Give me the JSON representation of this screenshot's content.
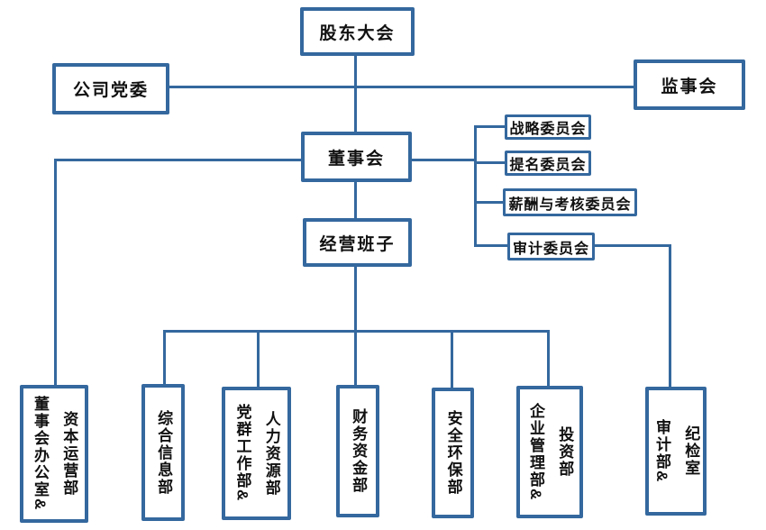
{
  "diagram": {
    "type": "org-chart",
    "colors": {
      "line": "#34689E",
      "box_fill": "#FFFFFF",
      "text": "#111111"
    },
    "nodes": {
      "shareholders": {
        "label": "股东大会"
      },
      "party_committee": {
        "label": "公司党委"
      },
      "supervisory_board": {
        "label": "监事会"
      },
      "board": {
        "label": "董事会"
      },
      "management": {
        "label": "经营班子"
      },
      "committees": [
        {
          "label": "战略委员会"
        },
        {
          "label": "提名委员会"
        },
        {
          "label": "薪酬与考核委员会"
        },
        {
          "label": "审计委员会"
        }
      ],
      "departments": [
        {
          "label": "董事会办公室&\n资本运营部"
        },
        {
          "label": "综合信息部"
        },
        {
          "label": "党群工作部&\n人力资源部"
        },
        {
          "label": "财务资金部"
        },
        {
          "label": "安全环保部"
        },
        {
          "label": "企业管理部&\n投资部"
        },
        {
          "label": "审计部&\n纪检室"
        }
      ]
    },
    "edges": [
      "shareholders-board",
      "party-supervisory",
      "board-management",
      "board-committees",
      "audit-committee-audit-dept",
      "board-board-office",
      "management-departments"
    ]
  }
}
